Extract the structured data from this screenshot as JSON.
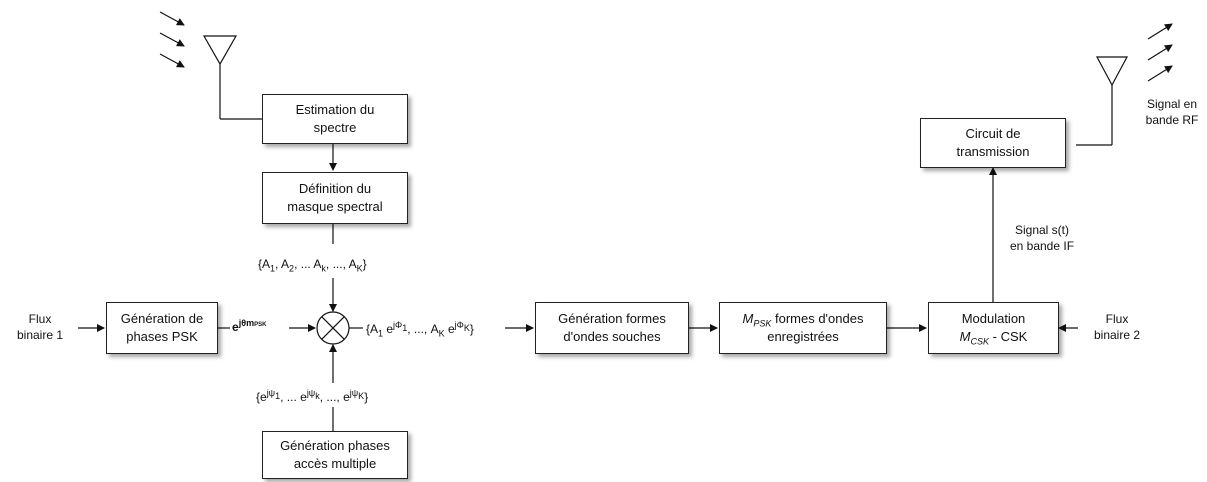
{
  "boxes": {
    "spectrum_estimation": [
      "Estimation du",
      "spectre"
    ],
    "spectral_mask": [
      "Définition du",
      "masque spectral"
    ],
    "psk_phase_gen": [
      "Génération de",
      "phases PSK"
    ],
    "mac_phase_gen": [
      "Génération phases",
      "accès multiple"
    ],
    "waveform_gen": [
      "Génération formes",
      "d'ondes souches"
    ],
    "stored_waveforms": {
      "m": "M",
      "sub": "PSK",
      "rest": " formes d'ondes",
      "line2": "enregistrées"
    },
    "csk_modulation": {
      "line1": "Modulation",
      "m": "M",
      "sub": "CSK",
      "rest": " - CSK"
    },
    "transmission_circuit": [
      "Circuit de",
      "transmission"
    ]
  },
  "labels": {
    "input_stream_1": [
      "Flux",
      "binaire 1"
    ],
    "input_stream_2": [
      "Flux",
      "binaire 2"
    ],
    "rf_signal": [
      "Signal en",
      "bande RF"
    ],
    "if_signal": [
      "Signal s(t)",
      "en bande IF"
    ],
    "psk_symbol": {
      "base": "e",
      "exp": "jθ",
      "sub1": "m",
      "sub2": "PSK"
    },
    "amplitudes": {
      "open": "{A",
      "s1": "1",
      "mid1": ", A",
      "s2": "2",
      "mid2": ", ... A",
      "s3": "k",
      "mid3": ", ..., A",
      "s4": "K",
      "close": "}"
    },
    "phases_mac": {
      "open": "{e",
      "e1": "jψ",
      "s1": "1",
      "mid1": ", ... e",
      "e2": "jψ",
      "s2": "k",
      "mid2": ", ..., e",
      "e3": "jψ",
      "s3": "K",
      "close": "}"
    },
    "weighted": {
      "open": "{A",
      "s1": "1",
      "mid1": " e",
      "e1": "jΦ",
      "es1": "1",
      "mid2": ", ..., A",
      "s2": "K",
      "mid3": " e",
      "e2": "jΦ",
      "es2": "K",
      "close": "}"
    }
  }
}
